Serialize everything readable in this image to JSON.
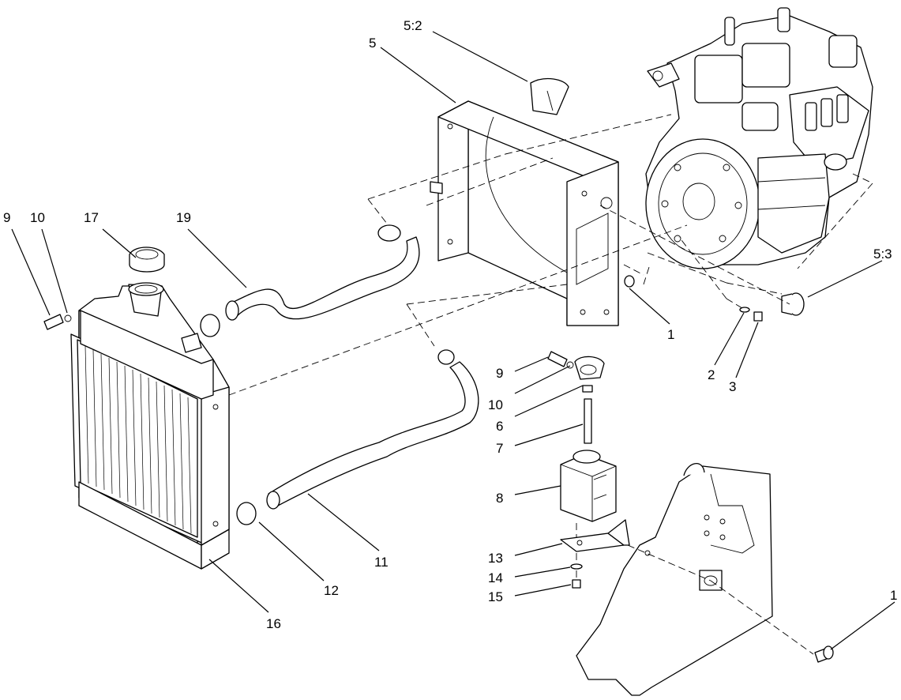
{
  "diagram": {
    "callouts": {
      "c_5_2": "5:2",
      "c_5": "5",
      "c_9a": "9",
      "c_10a": "10",
      "c_17": "17",
      "c_19": "19",
      "c_5_3": "5:3",
      "c_1a": "1",
      "c_2": "2",
      "c_3": "3",
      "c_9b": "9",
      "c_10b": "10",
      "c_6": "6",
      "c_7": "7",
      "c_8": "8",
      "c_13": "13",
      "c_14": "14",
      "c_15": "15",
      "c_11": "11",
      "c_12": "12",
      "c_16": "16",
      "c_1b": "1"
    }
  }
}
